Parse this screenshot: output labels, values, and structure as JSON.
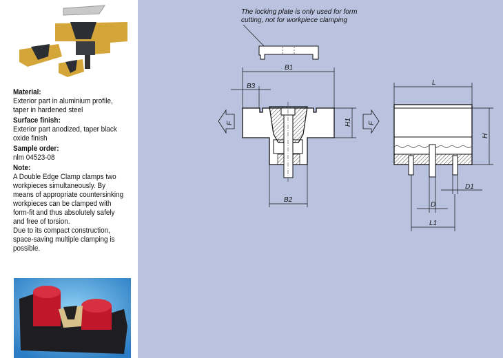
{
  "specs": {
    "material_label": "Material:",
    "material_text": "Exterior part in aluminium profile, taper in hardened steel",
    "surface_label": "Surface finish:",
    "surface_text": "Exterior part anodized, taper black oxide finish",
    "sample_label": "Sample order:",
    "sample_text": "nlm 04523-08",
    "note_label": "Note:",
    "note_text1": "A Double Edge Clamp clamps two workpieces simultaneously. By means of appropriate countersinking workpieces can be clamped with form-fit and thus absolutely safely and free of torsion.",
    "note_text2": "Due to its compact construction, space-saving multiple clamping is possible."
  },
  "drawing": {
    "annotation_line1": "The locking plate is only used for form",
    "annotation_line2": "cutting, not for workpiece clamping",
    "dims": {
      "B1": "B1",
      "B2": "B2",
      "B3": "B3",
      "H1": "H1",
      "H": "H",
      "L": "L",
      "L1": "L1",
      "D": "D",
      "D1": "D1",
      "F_left": "F",
      "F_right": "F"
    }
  },
  "colors": {
    "panel_bg": "#b9c3e0",
    "gold": "#d4a63a",
    "red": "#c0182a",
    "blue_bg": "#4a9ed8"
  }
}
